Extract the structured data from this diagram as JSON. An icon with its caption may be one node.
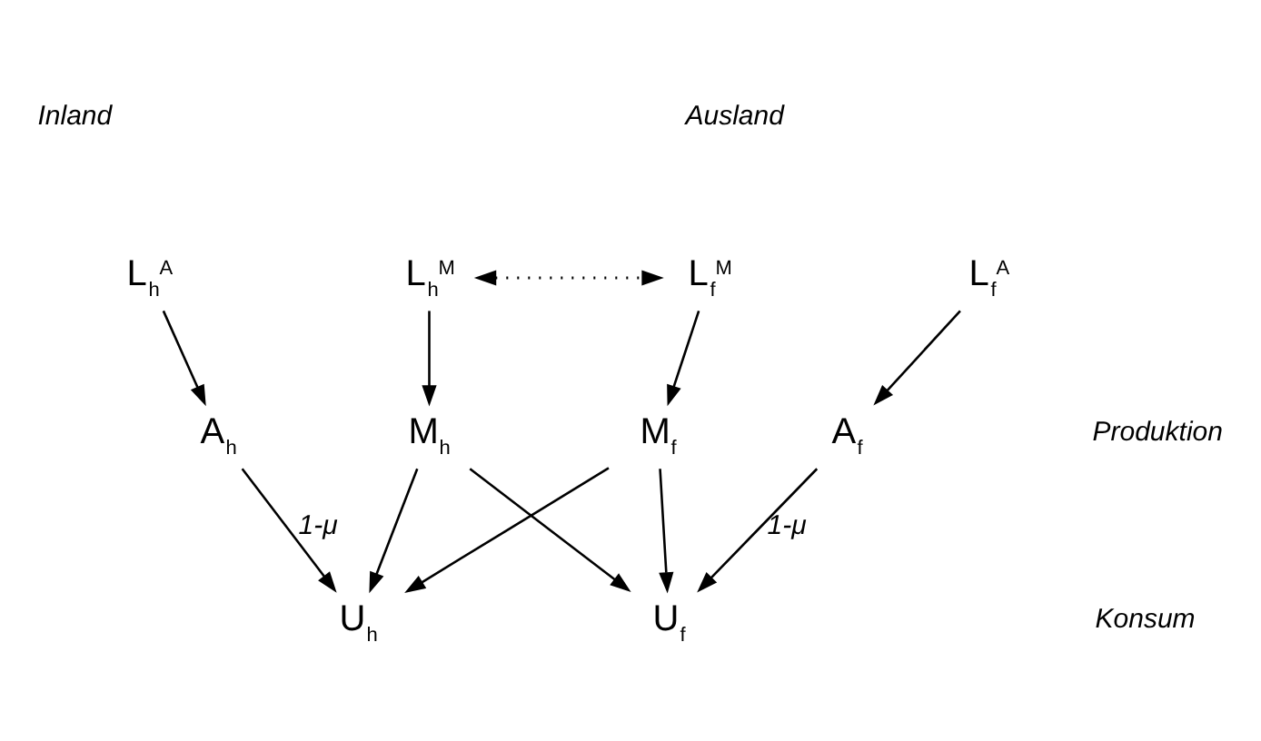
{
  "diagram": {
    "nodes": [
      {
        "text": [
          "L$_{h}$$^{A}$"
        ]
      },
      {
        "text": [
          "L$_{h}$$^{M}$"
        ]
      },
      {
        "text": [
          "L$_{f}$$^{M}$"
        ]
      },
      {
        "text": [
          "L$_{f}$$^{A}$"
        ]
      },
      {
        "text": [
          "A$_{h}$"
        ]
      },
      {
        "text": [
          "M$_{h}$"
        ]
      },
      {
        "text": [
          "M$_{f}$"
        ]
      },
      {
        "text": [
          "A$_{f}$"
        ]
      },
      {
        "text": [
          "U$_{h}$"
        ]
      },
      {
        "text": [
          "U$_{f}$"
        ]
      }
    ],
    "edges": [
      {
        "from": 1,
        "to": 2,
        "arrow": "both",
        "style": "dashed"
      },
      {
        "from": 0,
        "to": 4,
        "arrow": "to"
      },
      {
        "from": 1,
        "to": 5,
        "arrow": "to"
      },
      {
        "from": 2,
        "to": 6,
        "arrow": "to"
      },
      {
        "from": 3,
        "to": 7,
        "arrow": "to"
      },
      {
        "from": 4,
        "to": 8,
        "arrow": "to",
        "label": "1-μ"
      },
      {
        "from": 5,
        "to": 8,
        "arrow": "to"
      },
      {
        "from": 5,
        "to": 9,
        "arrow": "to"
      },
      {
        "from": 6,
        "to": 8,
        "arrow": "to"
      },
      {
        "from": 6,
        "to": 9,
        "arrow": "to"
      },
      {
        "from": 7,
        "to": 9,
        "arrow": "to",
        "label": "1-μ"
      }
    ],
    "labels": [
      "Inland",
      "Ausland",
      "Produktion",
      "Konsum"
    ]
  }
}
